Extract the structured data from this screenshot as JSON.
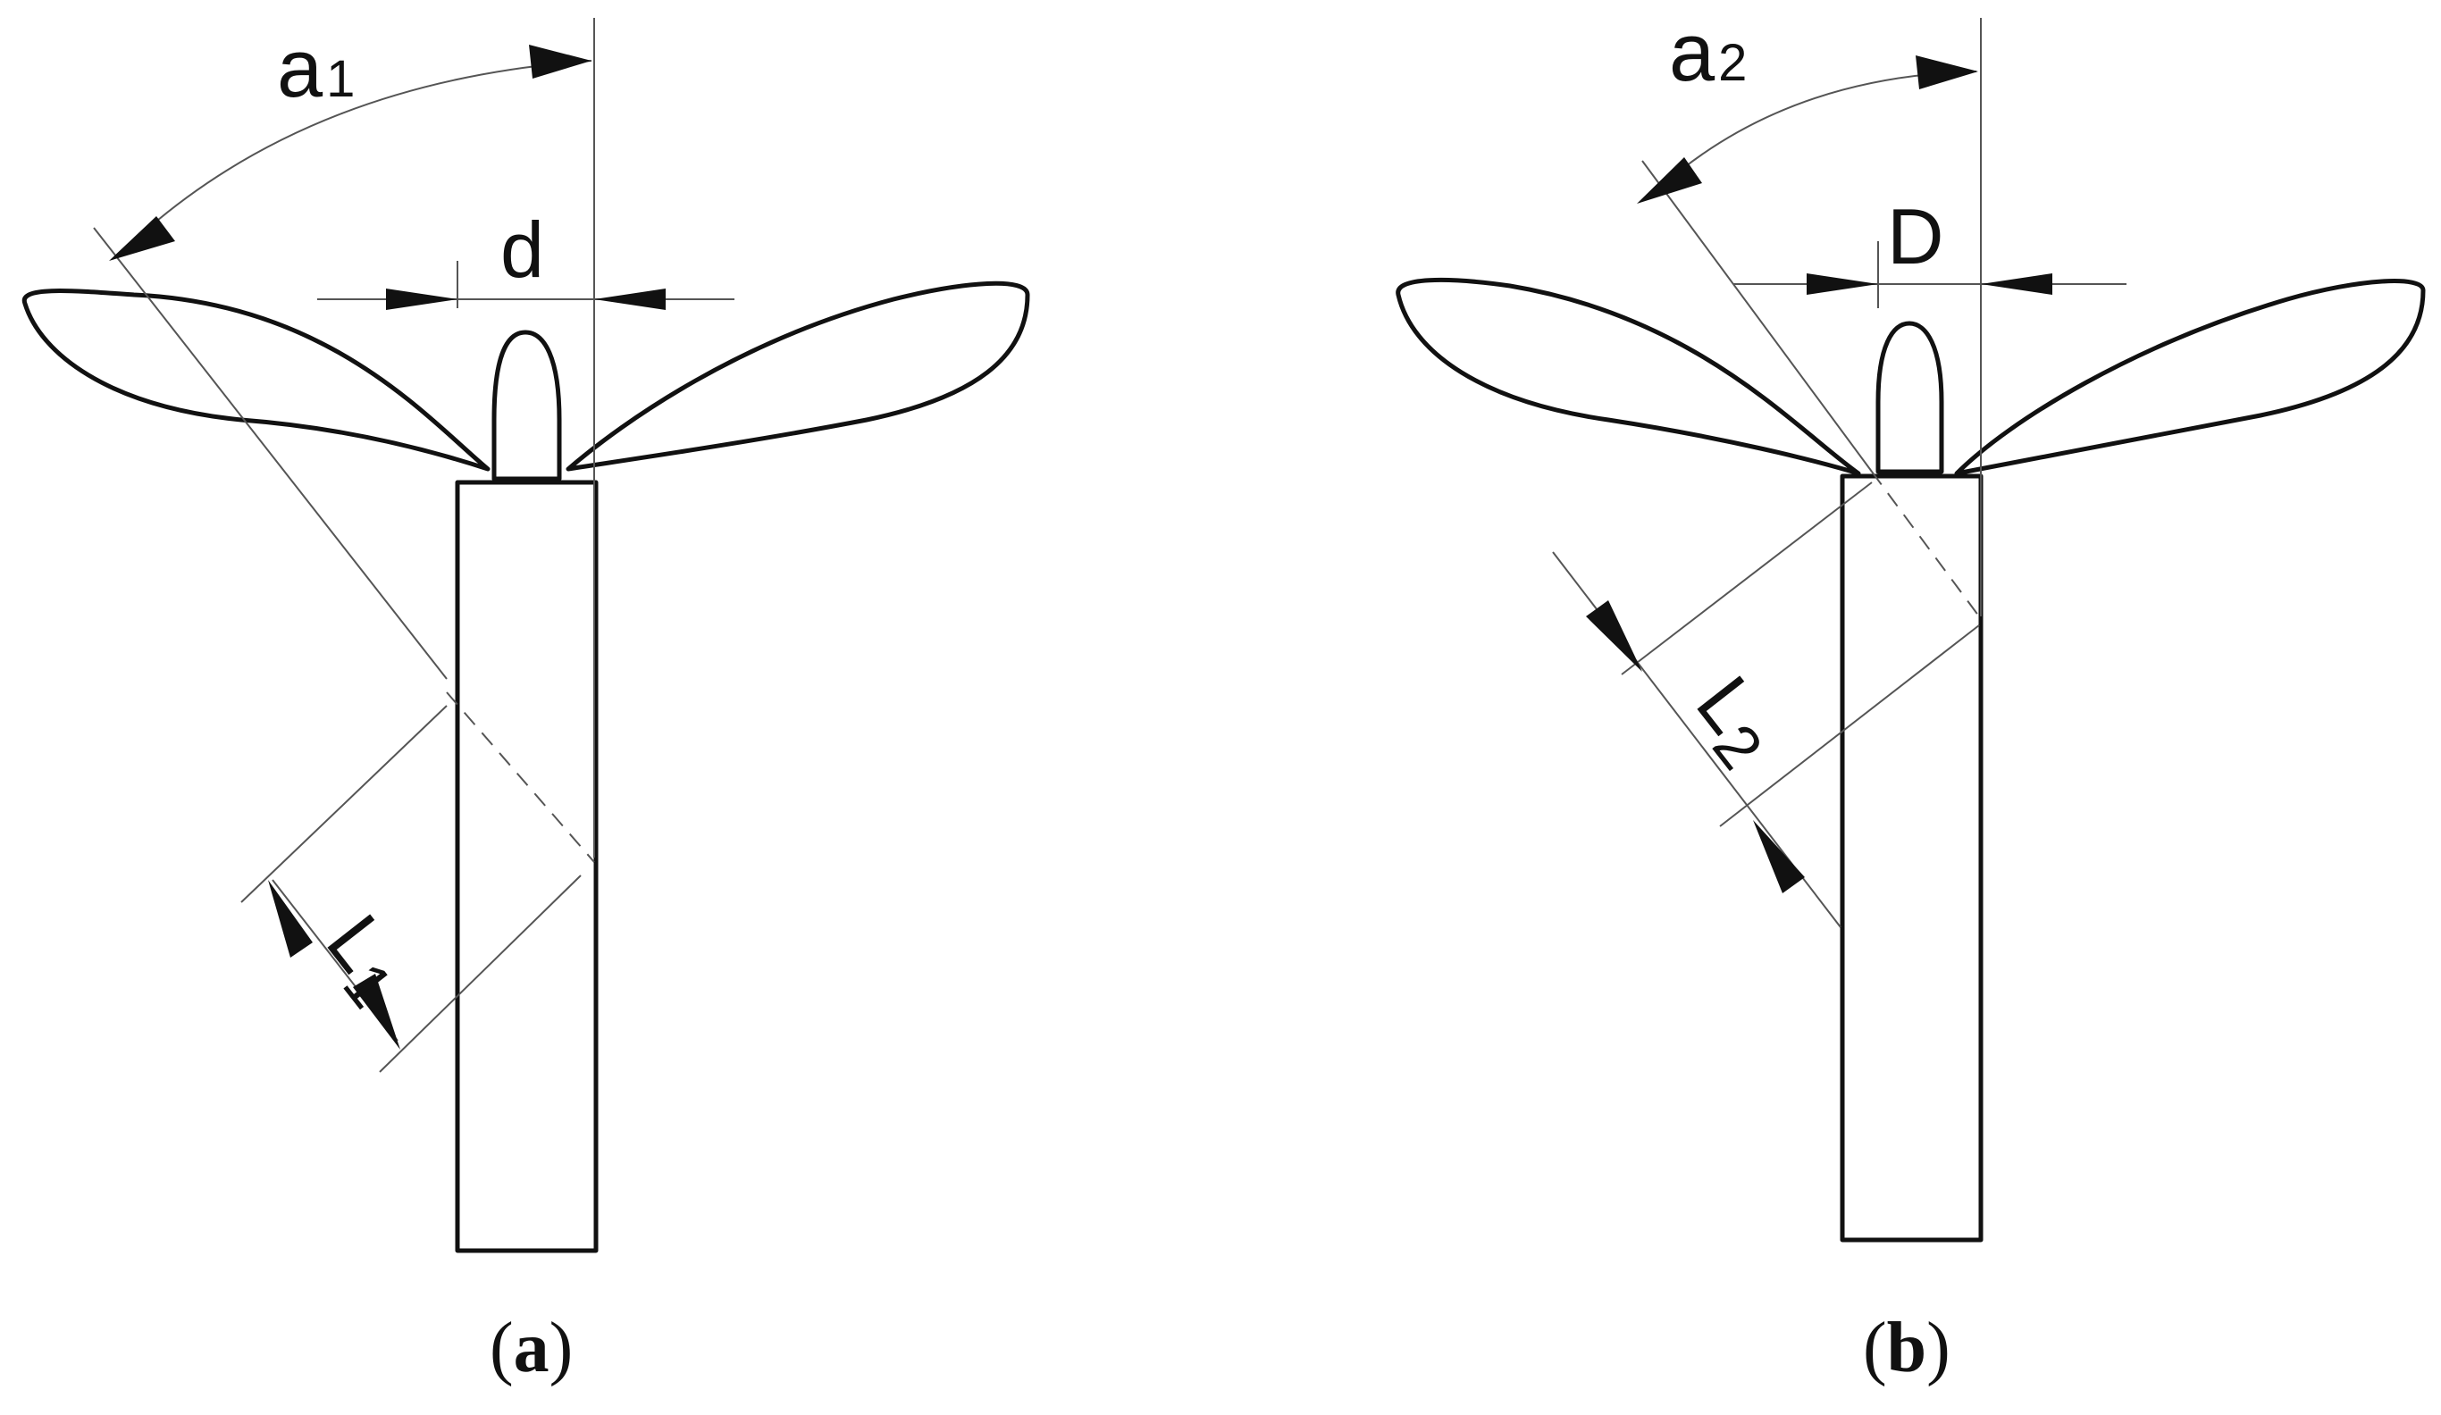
{
  "panels": [
    {
      "id": "a",
      "caption_open": "(",
      "caption_letter": "a",
      "caption_close": ")",
      "angle_label": "a",
      "angle_sub": "1",
      "width_label": "d",
      "length_label": "L",
      "length_sub": "1"
    },
    {
      "id": "b",
      "caption_open": "(",
      "caption_letter": "b",
      "caption_close": ")",
      "angle_label": "a",
      "angle_sub": "2",
      "width_label": "D",
      "length_label": "L",
      "length_sub": "2"
    }
  ]
}
